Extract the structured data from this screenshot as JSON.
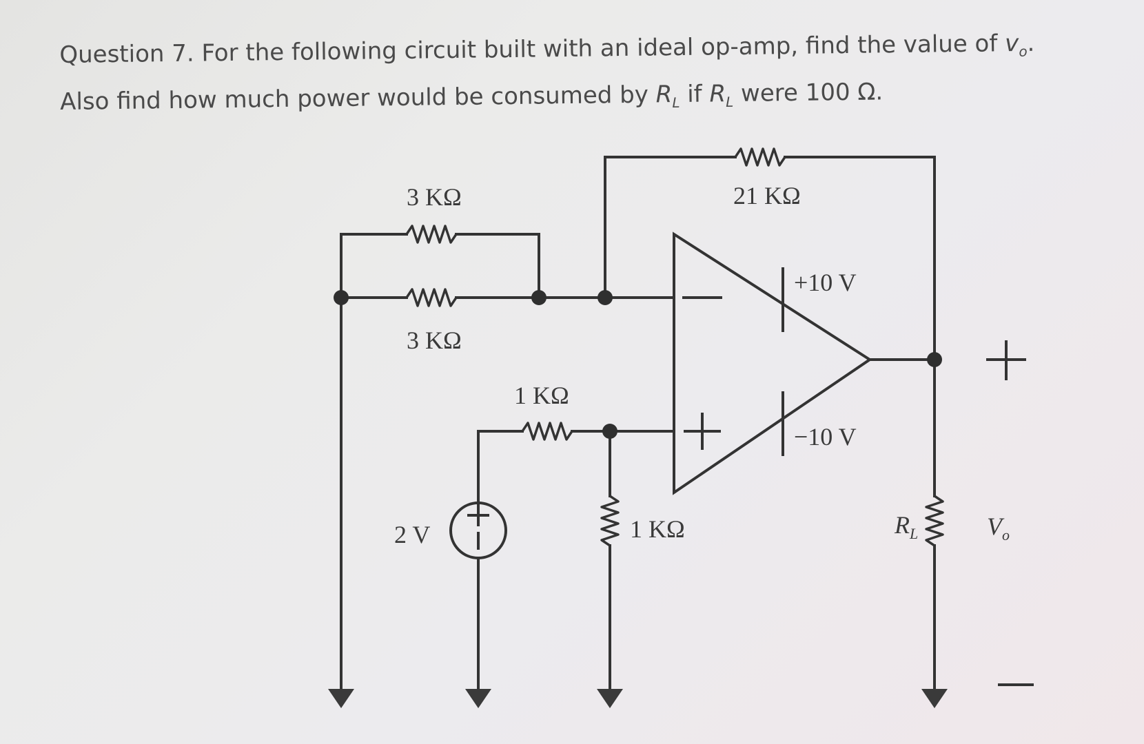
{
  "question": {
    "line1_prefix": "Question 7. For the following circuit built with an ideal op-amp, find the value of ",
    "line1_var": "v",
    "line1_var_sub": "o",
    "line1_end": ".",
    "line2_a": "Also find how much power would be consumed by ",
    "line2_rl_1": "R",
    "line2_rl_1_sub": "L",
    "line2_b": " if ",
    "line2_rl_2": "R",
    "line2_rl_2_sub": "L",
    "line2_c": " were 100 Ω."
  },
  "circuit": {
    "r_top": "3 KΩ",
    "r_mid": "3 KΩ",
    "r_feedback": "21 KΩ",
    "r_series": "1 KΩ",
    "r_shunt": "1 KΩ",
    "source": "2 V",
    "source_plus": "+",
    "source_minus": "−",
    "supply_pos": "+10 V",
    "supply_neg": "−10 V",
    "opamp_inv": "−",
    "opamp_noninv": "+",
    "rl_label": "R",
    "rl_sub": "L",
    "out_plus": "+",
    "out_minus": "−",
    "vo_label": "V",
    "vo_sub": "o"
  },
  "colors": {
    "ink": "#333333",
    "text": "#4a4a4a"
  }
}
